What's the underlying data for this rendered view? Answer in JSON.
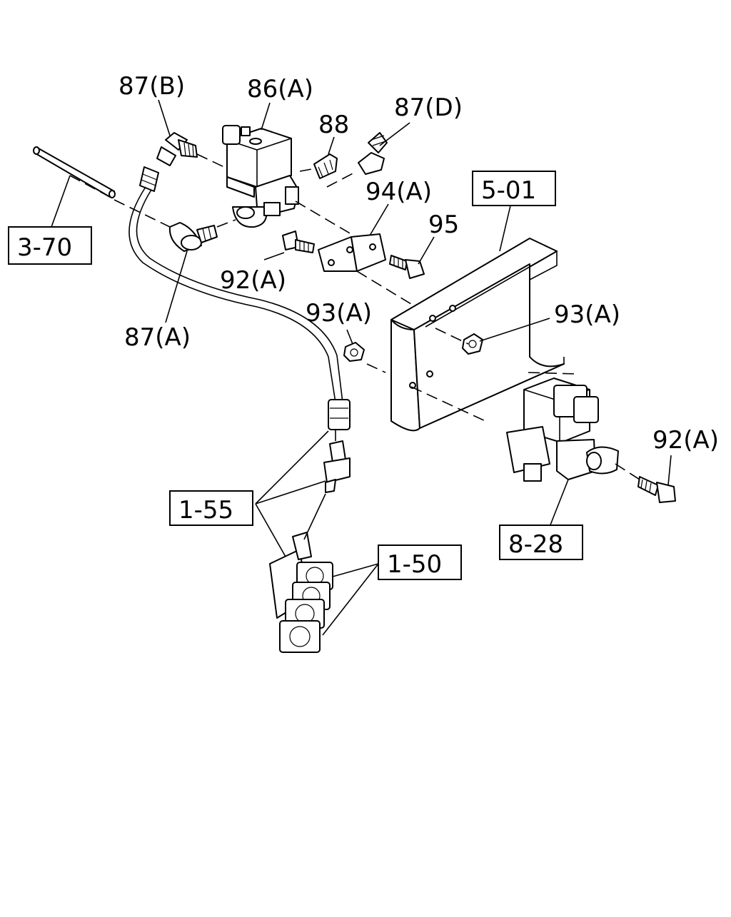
{
  "labels": {
    "p87b": "87(B)",
    "p86a": "86(A)",
    "p88": "88",
    "p87d": "87(D)",
    "p94a": "94(A)",
    "p95": "95",
    "p92a_top": "92(A)",
    "p87a": "87(A)",
    "p93a_left": "93(A)",
    "p93a_right": "93(A)",
    "p92a_right": "92(A)"
  },
  "refs": {
    "r370": "3-70",
    "r501": "5-01",
    "r155": "1-55",
    "r150": "1-50",
    "r828": "8-28"
  }
}
